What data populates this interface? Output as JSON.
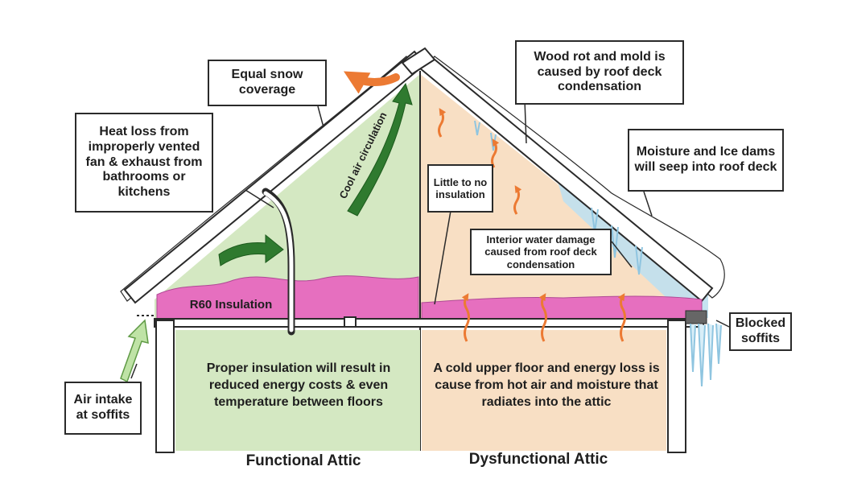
{
  "labels": {
    "equal_snow": "Equal snow coverage",
    "heat_loss": "Heat loss from improperly vented fan & exhaust from bathrooms or kitchens",
    "wood_rot": "Wood rot and mold is caused by roof deck condensation",
    "moisture_ice": "Moisture and Ice dams will seep into roof deck",
    "little_insulation": "Little to no insulation",
    "interior_water": "Interior water damage caused from roof deck condensation",
    "cool_air": "Cool air circulation",
    "r60": "R60 Insulation",
    "blocked_soffits": "Blocked soffits",
    "air_intake": "Air intake at soffits"
  },
  "panels": {
    "functional_text": "Proper insulation will result in reduced energy costs & even temperature between floors",
    "dysfunctional_text": "A cold upper floor and energy loss is cause from hot air and moisture that radiates into the attic",
    "functional_caption": "Functional Attic",
    "dysfunctional_caption": "Dysfunctional Attic"
  },
  "colors": {
    "functional_bg": "#d4e8c2",
    "dysfunctional_bg": "#f8dfc4",
    "insulation": "#e66fbf",
    "outline": "#2a2a2a",
    "heat_arrow": "#ec7a33",
    "cool_arrow": "#2f7a2f",
    "ice": "#bfe0ef"
  }
}
